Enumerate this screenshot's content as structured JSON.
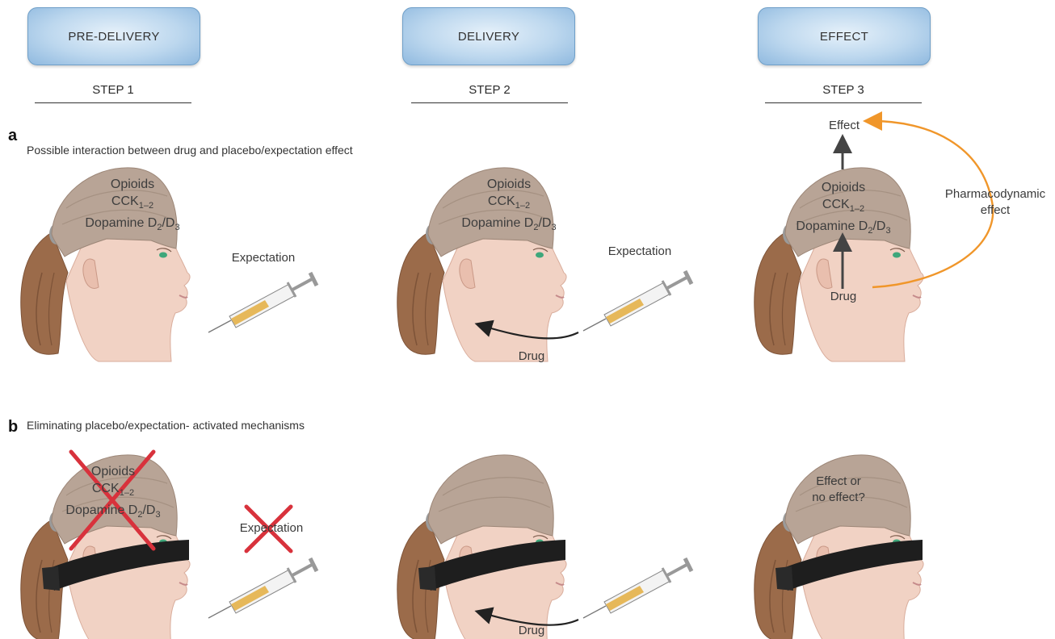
{
  "stages": [
    {
      "box_label": "PRE-DELIVERY",
      "step_label": "STEP 1"
    },
    {
      "box_label": "DELIVERY",
      "step_label": "STEP 2"
    },
    {
      "box_label": "EFFECT",
      "step_label": "STEP 3"
    }
  ],
  "panel_a": {
    "letter": "a",
    "title": "Possible interaction between drug and placebo/expectation effect",
    "mechanisms": {
      "opioids": "Opioids",
      "cck": "CCK",
      "cck_sub": "1–2",
      "dopamine": "Dopamine D",
      "d2_sub": "2",
      "slash_d": "/D",
      "d3_sub": "3"
    },
    "expectation": "Expectation",
    "drug": "Drug",
    "effect": "Effect",
    "pharmacodynamic": "Pharmacodynamic",
    "pharmacodynamic_line2": "effect"
  },
  "panel_b": {
    "letter": "b",
    "title": "Eliminating placebo/expectation- activated mechanisms",
    "expectation": "Expectation",
    "drug": "Drug",
    "effect_question_line1": "Effect or",
    "effect_question_line2": "no effect?"
  },
  "colors": {
    "box_border": "#6f9fc8",
    "box_fill": "#bcd7ee",
    "orange_arrow": "#f0962a",
    "red_cross": "#d8323c",
    "hair": "#9b6b4a",
    "skin": "#f1d2c4",
    "brain": "#b8a496",
    "blindfold": "#1e1e1e"
  }
}
